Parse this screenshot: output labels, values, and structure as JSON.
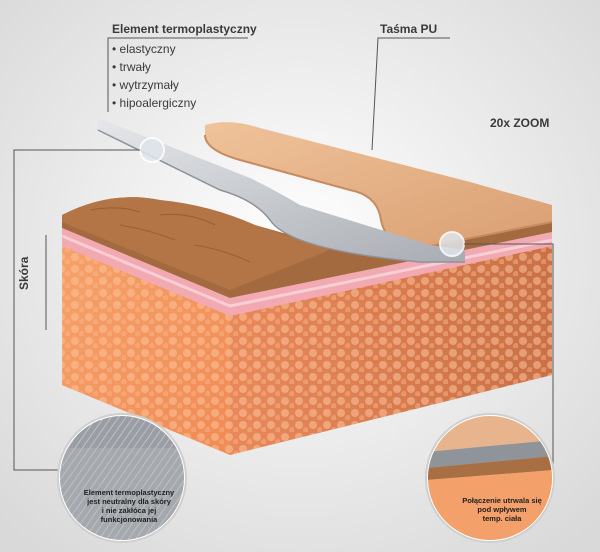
{
  "element": {
    "title": "Element termoplastyczny",
    "properties": [
      "elastyczny",
      "trwały",
      "wytrzymały",
      "hipoalergiczny"
    ]
  },
  "tape_label": "Taśma PU",
  "zoom_label": "20x ZOOM",
  "skin_label": "Skóra",
  "left_circle": {
    "lines": [
      "Element termoplastyczny",
      "jest neutralny dla skóry",
      "i nie zakłóca jej",
      "funkcjonowania"
    ]
  },
  "right_circle": {
    "lines": [
      "Połączenie utrwala się",
      "pod wpływem",
      "temp. ciała"
    ]
  },
  "colors": {
    "background": "#f0f0f0",
    "tape": "#e8b48a",
    "element": "#c9ccd0",
    "skin_top": "#a66a3d",
    "dermis_pink": "#f2a9b2",
    "fat": "#f7a36a"
  }
}
